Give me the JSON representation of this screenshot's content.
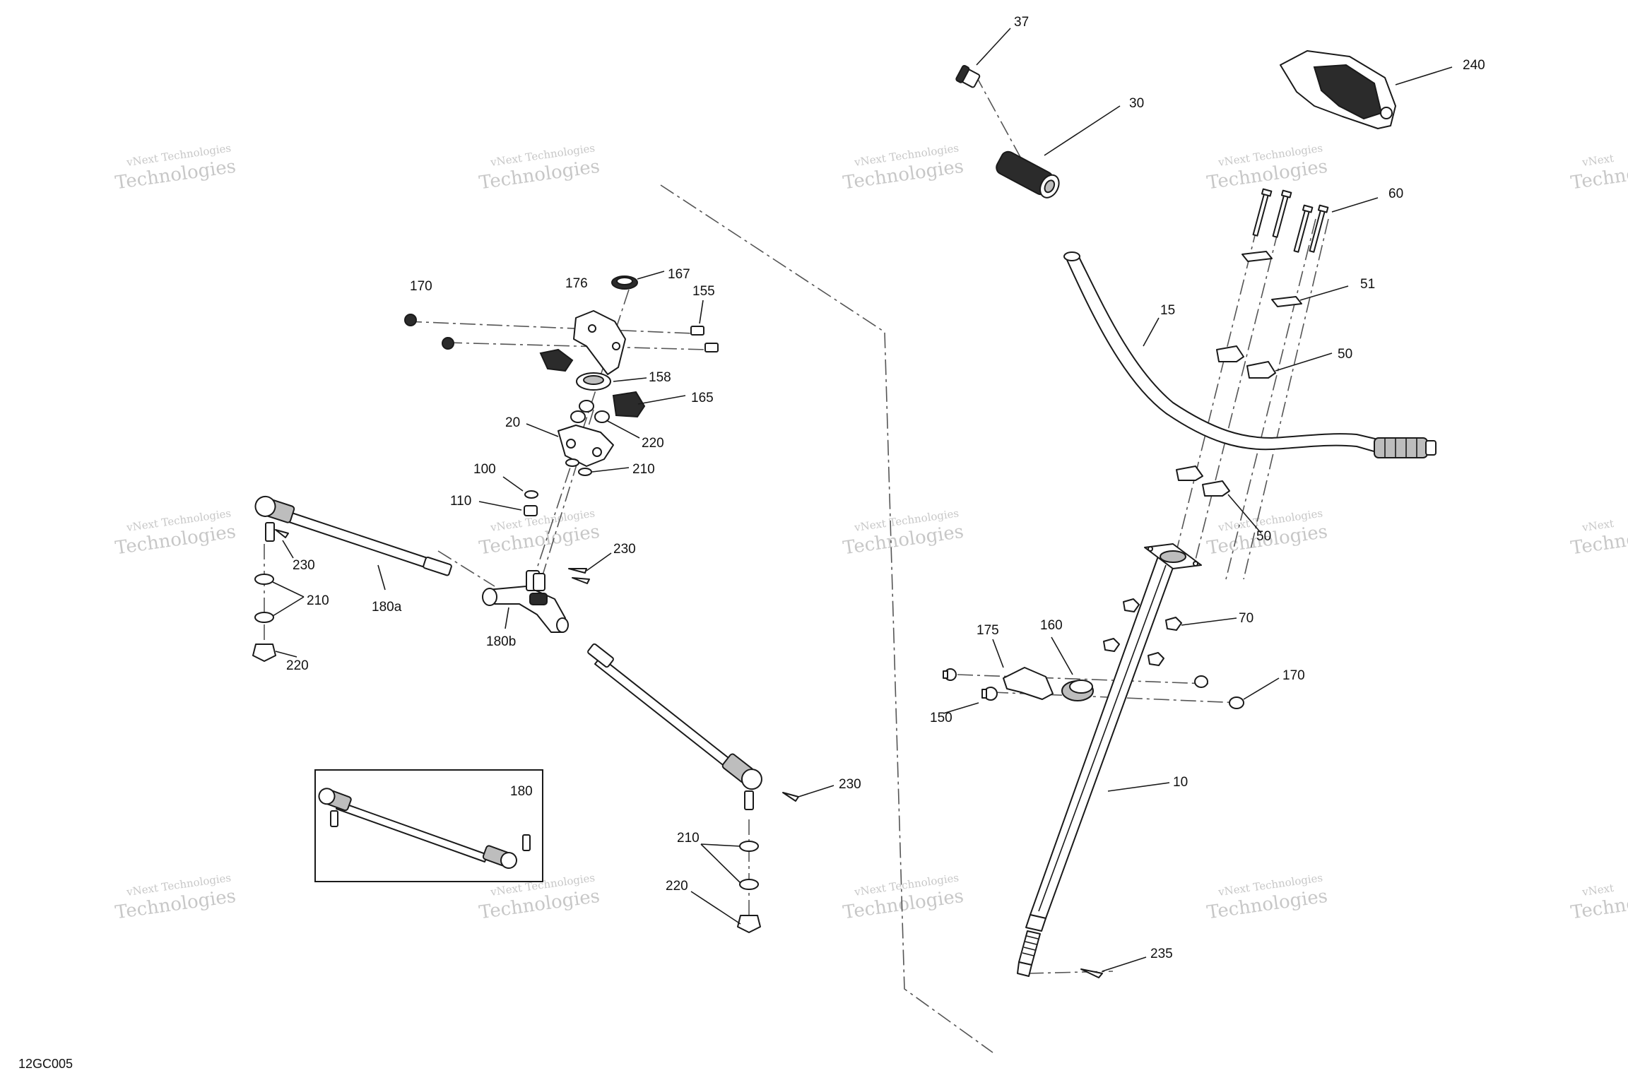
{
  "drawing_code": "12GC005",
  "watermark": {
    "line1": "vNext Technologies",
    "line2": "Technologies",
    "prefix": "vNext"
  },
  "callouts": {
    "p37": "37",
    "p30": "30",
    "p240": "240",
    "p60": "60",
    "p51": "51",
    "p15": "15",
    "p50a": "50",
    "p50b": "50",
    "p70": "70",
    "p175": "175",
    "p160": "160",
    "p170b": "170",
    "p150": "150",
    "p10": "10",
    "p235": "235",
    "p170a": "170",
    "p176": "176",
    "p167": "167",
    "p155": "155",
    "p158": "158",
    "p165": "165",
    "p20": "20",
    "p220a": "220",
    "p210a": "210",
    "p100": "100",
    "p110": "110",
    "p230a": "230",
    "p230b": "230",
    "p210b": "210",
    "p180a": "180a",
    "p220b": "220",
    "p180b": "180b",
    "p180": "180",
    "p230c": "230",
    "p210c": "210",
    "p220c": "220"
  }
}
